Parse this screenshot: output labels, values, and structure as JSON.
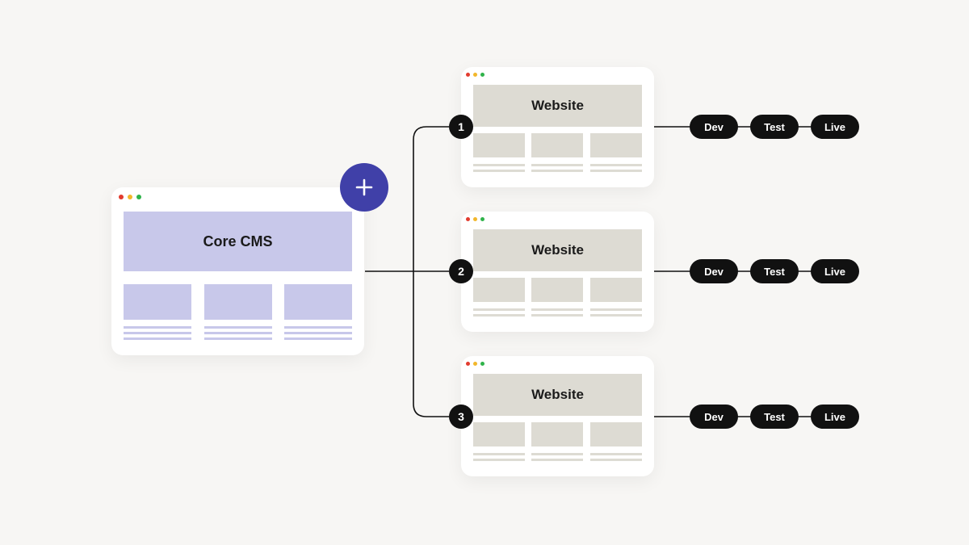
{
  "core": {
    "title": "Core CMS",
    "accent": "#c8c8ea",
    "plus_color": "#4040a8"
  },
  "websites": [
    {
      "number": "1",
      "title": "Website",
      "stages": [
        "Dev",
        "Test",
        "Live"
      ]
    },
    {
      "number": "2",
      "title": "Website",
      "stages": [
        "Dev",
        "Test",
        "Live"
      ]
    },
    {
      "number": "3",
      "title": "Website",
      "stages": [
        "Dev",
        "Test",
        "Live"
      ]
    }
  ],
  "colors": {
    "background": "#f7f6f4",
    "site_block": "#dddbd3",
    "connector": "#111111"
  },
  "icons": {
    "plus": "plus-icon",
    "window_controls": [
      "red-dot",
      "yellow-dot",
      "green-dot"
    ]
  }
}
